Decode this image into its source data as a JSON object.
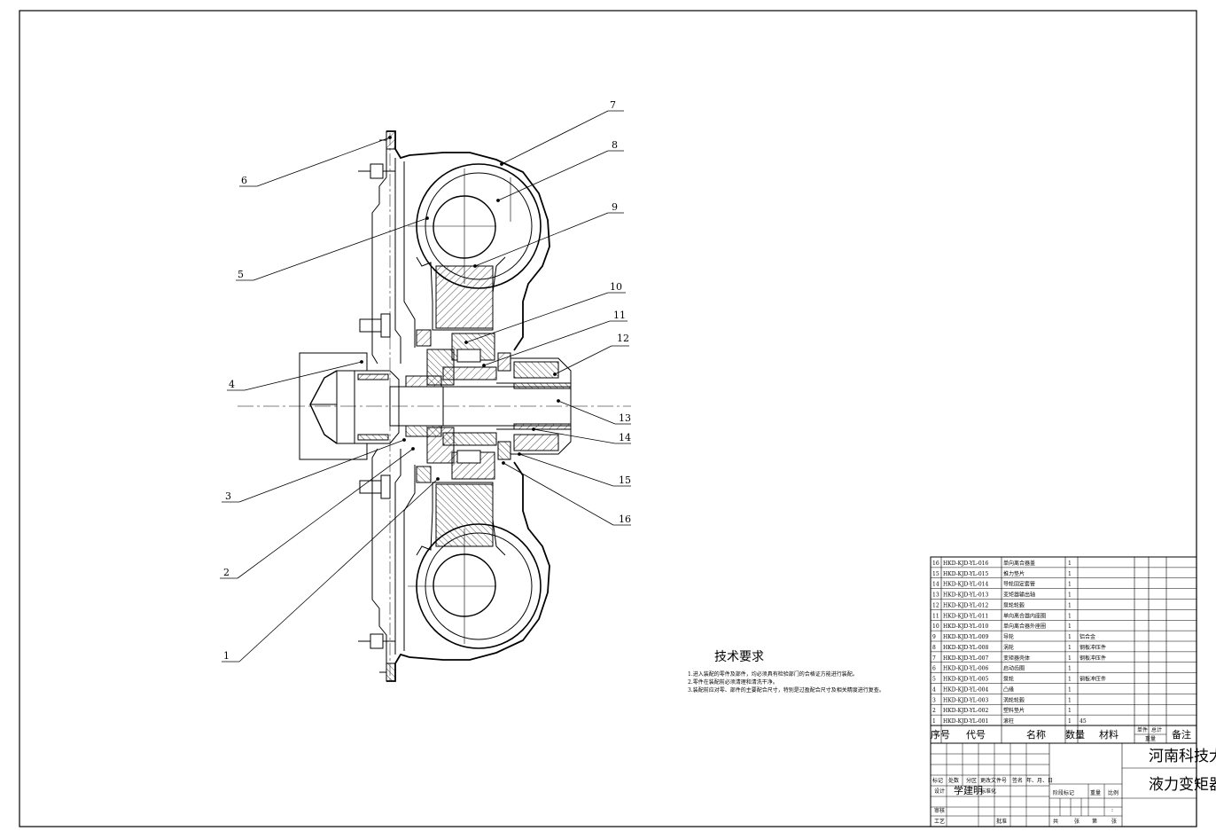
{
  "balloons": [
    "1",
    "2",
    "3",
    "4",
    "5",
    "6",
    "7",
    "8",
    "9",
    "10",
    "11",
    "12",
    "13",
    "14",
    "15",
    "16"
  ],
  "tech_requirements": {
    "title": "技术要求",
    "lines": [
      "1.进入装配的零件及部件，均必须具有检验部门的合格证方能进行装配。",
      "2.零件在装配前必须清理和清洗干净。",
      "3.装配前应对零、部件的主要配合尺寸，特别是过盈配合尺寸及相关精度进行复查。"
    ]
  },
  "bom": {
    "rows": [
      {
        "no": "16",
        "code": "HKD-KJD-YL-016",
        "name": "单向离合器盖",
        "qty": "1",
        "material": ""
      },
      {
        "no": "15",
        "code": "HKD-KJD-YL-015",
        "name": "推力垫片",
        "qty": "1",
        "material": ""
      },
      {
        "no": "14",
        "code": "HKD-KJD-YL-014",
        "name": "导轮固定套管",
        "qty": "1",
        "material": ""
      },
      {
        "no": "13",
        "code": "HKD-KJD-YL-013",
        "name": "变矩器输出轴",
        "qty": "1",
        "material": ""
      },
      {
        "no": "12",
        "code": "HKD-KJD-YL-012",
        "name": "泵轮轮毂",
        "qty": "1",
        "material": ""
      },
      {
        "no": "11",
        "code": "HKD-KJD-YL-011",
        "name": "单向离合器内座圈",
        "qty": "1",
        "material": ""
      },
      {
        "no": "10",
        "code": "HKD-KJD-YL-010",
        "name": "单向离合器外座圈",
        "qty": "1",
        "material": ""
      },
      {
        "no": "9",
        "code": "HKD-KJD-YL-009",
        "name": "导轮",
        "qty": "1",
        "material": "铝合金"
      },
      {
        "no": "8",
        "code": "HKD-KJD-YL-008",
        "name": "涡轮",
        "qty": "1",
        "material": "钢板冲压件"
      },
      {
        "no": "7",
        "code": "HKD-KJD-YL-007",
        "name": "变矩器壳体",
        "qty": "1",
        "material": "钢板冲压件"
      },
      {
        "no": "6",
        "code": "HKD-KJD-YL-006",
        "name": "启动齿圈",
        "qty": "1",
        "material": ""
      },
      {
        "no": "5",
        "code": "HKD-KJD-YL-005",
        "name": "泵轮",
        "qty": "1",
        "material": "钢板冲压件"
      },
      {
        "no": "4",
        "code": "HKD-KJD-YL-004",
        "name": "凸缘",
        "qty": "1",
        "material": ""
      },
      {
        "no": "3",
        "code": "HKD-KJD-YL-003",
        "name": "涡轮轮毂",
        "qty": "1",
        "material": ""
      },
      {
        "no": "2",
        "code": "HKD-KJD-YL-002",
        "name": "塑料垫片",
        "qty": "1",
        "material": ""
      },
      {
        "no": "1",
        "code": "HKD-KJD-YL-001",
        "name": "滚柱",
        "qty": "1",
        "material": "45"
      }
    ],
    "header": {
      "no": "序号",
      "code": "代号",
      "name": "名称",
      "qty": "数量",
      "material": "材料",
      "unit": "单件",
      "total": "总计",
      "weight": "重量",
      "remark": "备注"
    }
  },
  "title_block": {
    "school": "河南科技大学",
    "drawing_title": "液力变矩器总",
    "labels": {
      "mark": "标记",
      "count": "处数",
      "zone": "分区",
      "change_doc": "更改文件号",
      "sign": "签名",
      "date": "年、月、日",
      "design": "设计",
      "designer": "学建明",
      "standard": "标准化",
      "stage_mark": "阶段标记",
      "weight": "重量",
      "scale": "比例",
      "check": "审核",
      "process": "工艺",
      "approve": "批准",
      "total_sheets": "共",
      "sheets": "张",
      "sheet_no": "第",
      "sheet": "张",
      "colon": ":"
    }
  }
}
